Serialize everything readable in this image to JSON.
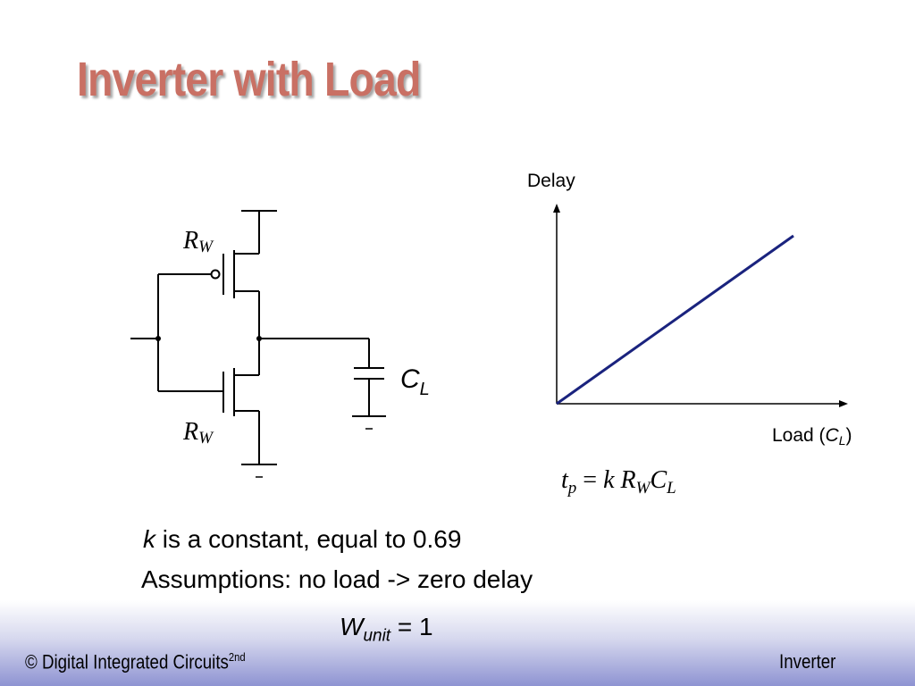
{
  "slide": {
    "title": "Inverter with Load"
  },
  "circuit": {
    "pmos_resistance": {
      "symbol": "R",
      "subscript": "W"
    },
    "nmos_resistance": {
      "symbol": "R",
      "subscript": "W"
    },
    "load_capacitor": {
      "symbol": "C",
      "subscript": "L"
    }
  },
  "graph": {
    "y_axis_label": "Delay",
    "x_axis_label_prefix": "Load (",
    "x_axis_label_symbol": "C",
    "x_axis_label_subscript": "L",
    "x_axis_label_suffix": ")",
    "line_color": "#1a237e"
  },
  "formula": {
    "t": "t",
    "t_sub": "p",
    "equals": " = ",
    "k": "k",
    "R": " R",
    "R_sub": "W",
    "C": "C",
    "C_sub": "L"
  },
  "notes": {
    "line1_italic": "k",
    "line1_rest": " is a constant, equal to 0.69",
    "line2": "Assumptions: no load -> zero delay",
    "line3_symbol": "W",
    "line3_sub": "unit",
    "line3_rest": " = 1"
  },
  "footer": {
    "left_text": "© Digital Integrated Circuits",
    "left_sup": "2nd",
    "right_text": "Inverter"
  },
  "colors": {
    "title": "#c97064",
    "footer_gradient_end": "#8e93d2"
  }
}
